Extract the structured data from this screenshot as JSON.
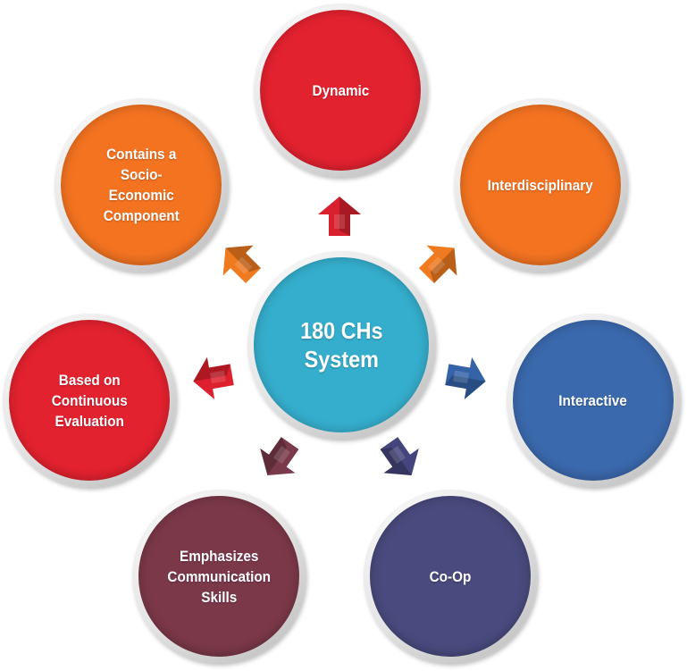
{
  "center": {
    "label": "180 CHs\nSystem",
    "color": "#35aecd"
  },
  "nodes": [
    {
      "label": "Dynamic",
      "color": "#e3222f"
    },
    {
      "label": "Interdisciplinary",
      "color": "#f37321"
    },
    {
      "label": "Interactive",
      "color": "#3b69ad"
    },
    {
      "label": "Co-Op",
      "color": "#4a4a7e"
    },
    {
      "label": "Emphasizes\nCommunication\nSkills",
      "color": "#7b3849"
    },
    {
      "label": "Based on\nContinuous\nEvaluation",
      "color": "#e3222f"
    },
    {
      "label": "Contains a\nSocio-\nEconomic\nComponent",
      "color": "#f37321"
    }
  ],
  "arrows": [
    {
      "direction": "up",
      "color": "#d8202e"
    },
    {
      "direction": "up-right",
      "color": "#ef7a1f"
    },
    {
      "direction": "right",
      "color": "#3563a8"
    },
    {
      "direction": "down-right",
      "color": "#44457c"
    },
    {
      "direction": "down-left",
      "color": "#7a3a4b"
    },
    {
      "direction": "left",
      "color": "#de1f2e"
    },
    {
      "direction": "up-left",
      "color": "#ef7a1f"
    }
  ]
}
